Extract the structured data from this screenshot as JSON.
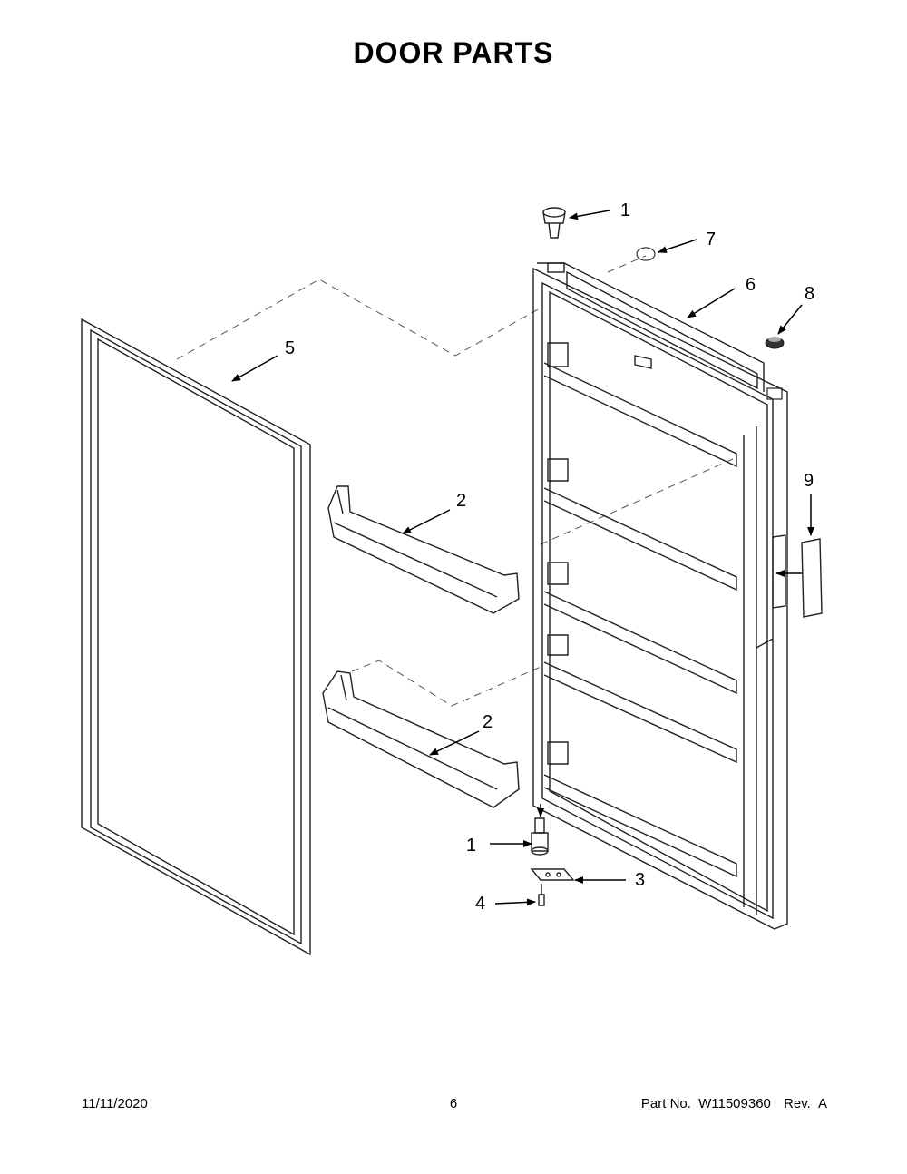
{
  "title": "DOOR PARTS",
  "callouts": {
    "c1_top": "1",
    "c7": "7",
    "c6": "6",
    "c8": "8",
    "c5": "5",
    "c9": "9",
    "c2_upper": "2",
    "c2_lower": "2",
    "c1_bottom": "1",
    "c3": "3",
    "c4": "4"
  },
  "footer": {
    "date": "11/11/2020",
    "page": "6",
    "part_label": "Part No.",
    "part_number": "W11509360",
    "rev_label": "Rev.",
    "rev": "A"
  }
}
